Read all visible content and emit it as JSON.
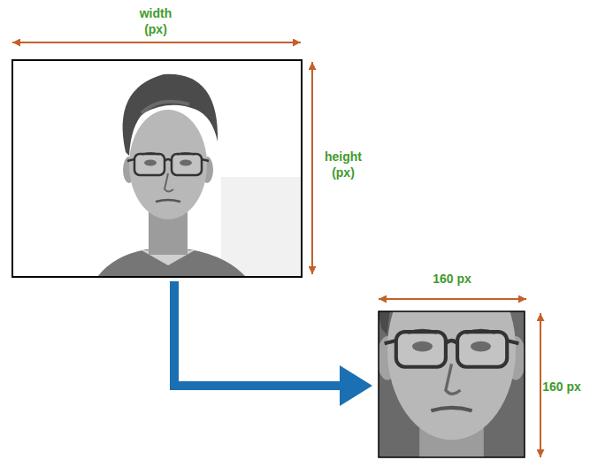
{
  "diagram": {
    "labels": [
      "width (px)",
      "height (px)",
      "160 px",
      "160 px"
    ]
  }
}
